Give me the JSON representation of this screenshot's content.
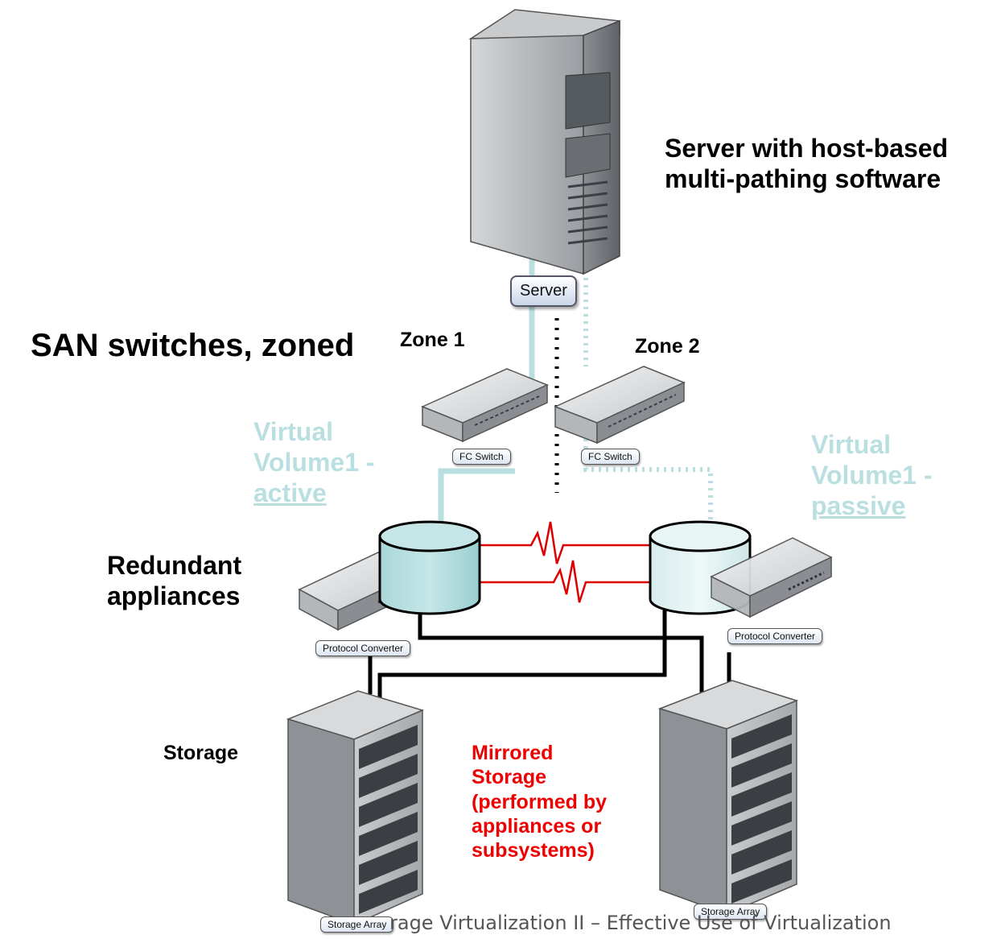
{
  "labels": {
    "server_title_line1": "Server with host-based",
    "server_title_line2": "multi-pathing software",
    "san_switches": "SAN switches, zoned",
    "zone1": "Zone 1",
    "zone2": "Zone 2",
    "vv_active_line1": "Virtual",
    "vv_active_line2": "Volume1 -",
    "vv_active_line3": "active",
    "vv_passive_line1": "Virtual",
    "vv_passive_line2": "Volume1 -",
    "vv_passive_line3": "passive",
    "redundant_line1": "Redundant",
    "redundant_line2": "appliances",
    "storage": "Storage",
    "mirrored_line1": "Mirrored",
    "mirrored_line2": "Storage",
    "mirrored_line3": "(performed by",
    "mirrored_line4": "appliances or",
    "mirrored_line5": "subsystems)"
  },
  "device_labels": {
    "server": "Server",
    "fc_switch_1": "FC Switch",
    "fc_switch_2": "FC Switch",
    "protocol_converter_1": "Protocol Converter",
    "protocol_converter_2": "Protocol Converter",
    "storage_array_1": "Storage Array",
    "storage_array_2": "Storage Array"
  },
  "footer": "rage Virtualization II – Effective Use of Virtualization",
  "colors": {
    "active_path": "#b9dfe0",
    "mirror_link": "#dd0000",
    "label_red": "#ee0000",
    "label_cyan": "#b9dfe0"
  }
}
